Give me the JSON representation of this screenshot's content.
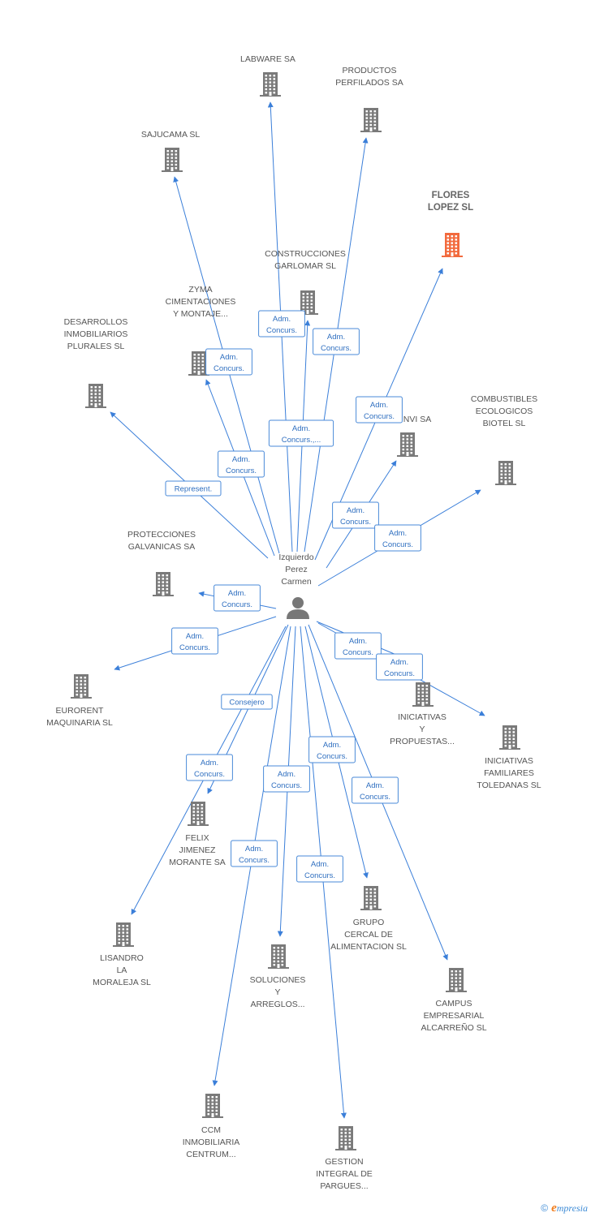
{
  "colors": {
    "edge": "#3b7fd9",
    "building": "#7a7a7a",
    "building_highlight": "#f26a3d",
    "label": "#555555",
    "badge_text": "#2f6fc0"
  },
  "center": {
    "id": "person",
    "icon": "person-icon",
    "label": [
      "Izquierdo",
      "Perez",
      "Carmen"
    ]
  },
  "nodes": [
    {
      "id": "labware",
      "label": [
        "LABWARE SA"
      ],
      "icon": "building-icon"
    },
    {
      "id": "productos",
      "label": [
        "PRODUCTOS",
        "PERFILADOS SA"
      ],
      "icon": "building-icon"
    },
    {
      "id": "sajucama",
      "label": [
        "SAJUCAMA SL"
      ],
      "icon": "building-icon"
    },
    {
      "id": "flores",
      "label": [
        "FLORES",
        "LOPEZ SL"
      ],
      "icon": "building-icon",
      "highlight": true
    },
    {
      "id": "construcciones",
      "label": [
        "CONSTRUCCIONES",
        "GARLOMAR SL"
      ],
      "icon": "building-icon"
    },
    {
      "id": "zyma",
      "label": [
        "ZYMA",
        "CIMENTACIONES",
        "Y MONTAJE..."
      ],
      "icon": "building-icon"
    },
    {
      "id": "desarrollos",
      "label": [
        "DESARROLLOS",
        "INMOBILIARIOS",
        "PLURALES SL"
      ],
      "icon": "building-icon"
    },
    {
      "id": "nvisa",
      "label": [
        "NVI SA"
      ],
      "icon": "building-icon"
    },
    {
      "id": "combustibles",
      "label": [
        "COMBUSTIBLES",
        "ECOLOGICOS",
        "BIOTEL SL"
      ],
      "icon": "building-icon"
    },
    {
      "id": "protecciones",
      "label": [
        "PROTECCIONES",
        "GALVANICAS SA"
      ],
      "icon": "building-icon"
    },
    {
      "id": "eurorent",
      "label": [
        "EURORENT",
        "MAQUINARIA SL"
      ],
      "icon": "building-icon"
    },
    {
      "id": "iniciativas_p",
      "label": [
        "INICIATIVAS",
        "Y",
        "PROPUESTAS..."
      ],
      "icon": "building-icon"
    },
    {
      "id": "iniciativas_f",
      "label": [
        "INICIATIVAS",
        "FAMILIARES",
        "TOLEDANAS SL"
      ],
      "icon": "building-icon"
    },
    {
      "id": "felix",
      "label": [
        "FELIX",
        "JIMENEZ",
        "MORANTE SA"
      ],
      "icon": "building-icon"
    },
    {
      "id": "lisandro",
      "label": [
        "LISANDRO",
        "LA",
        "MORALEJA SL"
      ],
      "icon": "building-icon"
    },
    {
      "id": "soluciones",
      "label": [
        "SOLUCIONES",
        "Y",
        "ARREGLOS..."
      ],
      "icon": "building-icon"
    },
    {
      "id": "grupo",
      "label": [
        "GRUPO",
        "CERCAL DE",
        "ALIMENTACION SL"
      ],
      "icon": "building-icon"
    },
    {
      "id": "campus",
      "label": [
        "CAMPUS",
        "EMPRESARIAL",
        "ALCARREÑO SL"
      ],
      "icon": "building-icon"
    },
    {
      "id": "ccm",
      "label": [
        "CCM",
        "INMOBILIARIA",
        "CENTRUM..."
      ],
      "icon": "building-icon"
    },
    {
      "id": "gestion",
      "label": [
        "GESTION",
        "INTEGRAL DE",
        "PARGUES..."
      ],
      "icon": "building-icon"
    }
  ],
  "edges": [
    {
      "to": "labware",
      "label": [
        "Adm.",
        "Concurs."
      ]
    },
    {
      "to": "productos",
      "label": [
        "Adm.",
        "Concurs."
      ]
    },
    {
      "to": "sajucama",
      "label": [
        "Adm.",
        "Concurs."
      ]
    },
    {
      "to": "flores",
      "label": [
        "Adm.",
        "Concurs."
      ]
    },
    {
      "to": "construcciones",
      "label": [
        "Adm.",
        "Concurs.,..."
      ]
    },
    {
      "to": "zyma",
      "label": [
        "Adm.",
        "Concurs."
      ]
    },
    {
      "to": "desarrollos",
      "label": [
        "Represent."
      ]
    },
    {
      "to": "nvisa",
      "label": [
        "Adm.",
        "Concurs."
      ]
    },
    {
      "to": "combustibles",
      "label": [
        "Adm.",
        "Concurs."
      ]
    },
    {
      "to": "protecciones",
      "label": [
        "Adm.",
        "Concurs."
      ]
    },
    {
      "to": "eurorent",
      "label": [
        "Adm.",
        "Concurs."
      ]
    },
    {
      "to": "iniciativas_p",
      "label": [
        "Adm.",
        "Concurs."
      ]
    },
    {
      "to": "iniciativas_f",
      "label": [
        "Adm.",
        "Concurs."
      ]
    },
    {
      "to": "felix",
      "label": [
        "Consejero"
      ]
    },
    {
      "to": "lisandro",
      "label": [
        "Adm.",
        "Concurs."
      ]
    },
    {
      "to": "soluciones",
      "label": [
        "Adm.",
        "Concurs."
      ]
    },
    {
      "to": "grupo",
      "label": [
        "Adm.",
        "Concurs."
      ]
    },
    {
      "to": "campus",
      "label": [
        "Adm.",
        "Concurs."
      ]
    },
    {
      "to": "ccm",
      "label": [
        "Adm.",
        "Concurs."
      ]
    },
    {
      "to": "gestion",
      "label": [
        "Adm.",
        "Concurs."
      ]
    }
  ],
  "footer": {
    "copyright": "©",
    "brand_initial": "e",
    "brand_rest": "mpresia"
  }
}
